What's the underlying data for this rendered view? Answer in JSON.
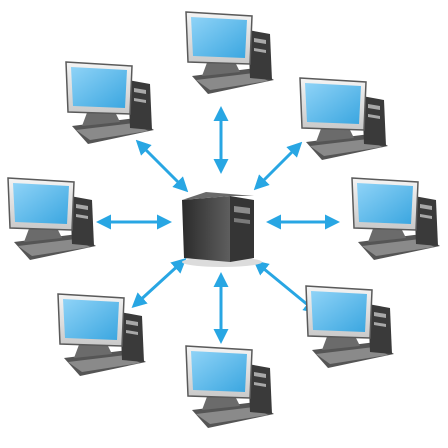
{
  "diagram": {
    "topology": "star",
    "center": {
      "kind": "server",
      "icon": "server-tower-icon"
    },
    "nodes": [
      {
        "id": "top",
        "kind": "workstation",
        "icon": "computer-workstation-icon",
        "facing": "left"
      },
      {
        "id": "top-right",
        "kind": "workstation",
        "icon": "computer-workstation-icon",
        "facing": "left"
      },
      {
        "id": "right",
        "kind": "workstation",
        "icon": "computer-workstation-icon",
        "facing": "left"
      },
      {
        "id": "bottom-right",
        "kind": "workstation",
        "icon": "computer-workstation-icon",
        "facing": "left"
      },
      {
        "id": "bottom",
        "kind": "workstation",
        "icon": "computer-workstation-icon",
        "facing": "left"
      },
      {
        "id": "bottom-left",
        "kind": "workstation",
        "icon": "computer-workstation-icon",
        "facing": "left"
      },
      {
        "id": "left",
        "kind": "workstation",
        "icon": "computer-workstation-icon",
        "facing": "left"
      },
      {
        "id": "top-left",
        "kind": "workstation",
        "icon": "computer-workstation-icon",
        "facing": "left"
      }
    ],
    "connection": {
      "style": "double-headed-arrow",
      "icon": "double-arrow-icon"
    },
    "colors": {
      "screen": "#3aa6e0",
      "screen_light": "#8fd3f7",
      "arrow": "#28a6e3",
      "body_dark": "#3a3a3a",
      "body_mid": "#6b6b6b",
      "body_light": "#a8a8a8",
      "background": "#ffffff"
    }
  }
}
